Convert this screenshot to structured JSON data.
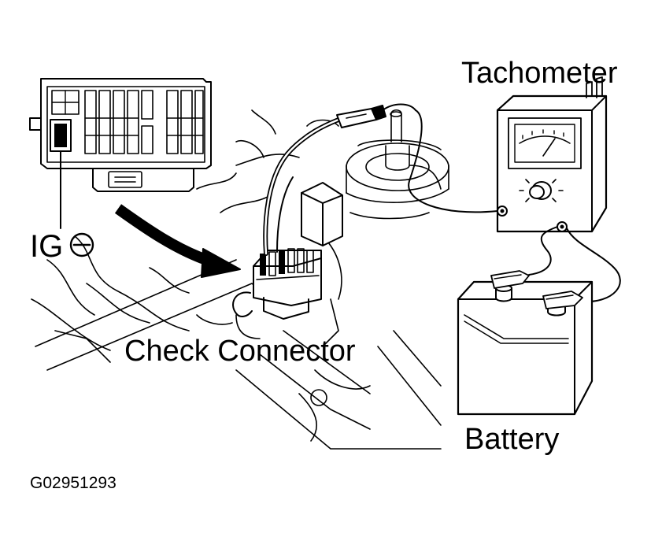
{
  "labels": {
    "tachometer": "Tachometer",
    "ig": "IG",
    "check_connector": "Check Connector",
    "battery": "Battery",
    "figure_code": "G02951293"
  },
  "colors": {
    "ink": "#000000",
    "paper": "#ffffff"
  }
}
